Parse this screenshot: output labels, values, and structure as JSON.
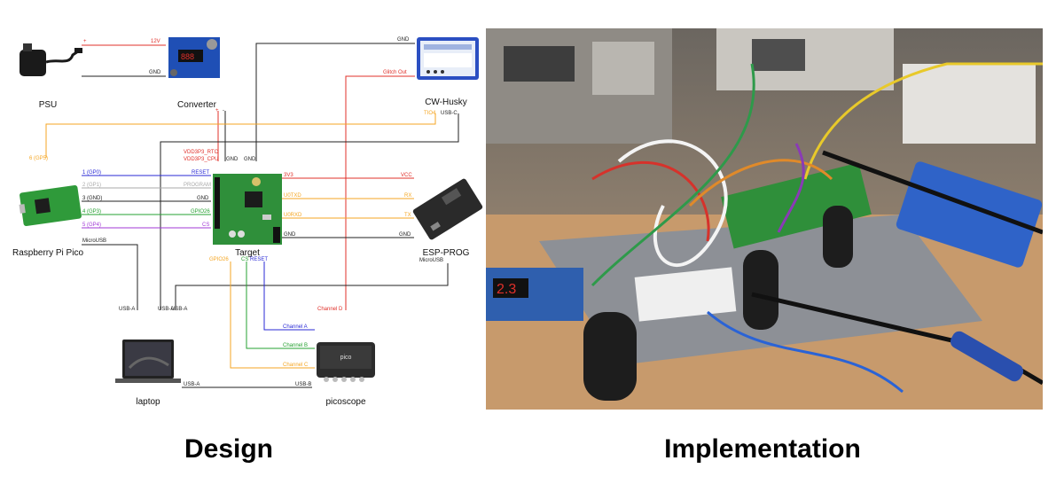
{
  "captions": {
    "design": "Design",
    "implementation": "Implementation"
  },
  "devices": {
    "psu": "PSU",
    "converter": "Converter",
    "husky": "CW-Husky",
    "pico": "Raspberry Pi Pico",
    "target": "Target",
    "espprog": "ESP-PROG",
    "laptop": "laptop",
    "picoscope": "picoscope"
  },
  "wire_labels": {
    "psu_plus": "+",
    "psu_12v": "12V",
    "psu_gnd": "GND",
    "conv_plus": "+",
    "conv_minus": "-",
    "husky_gnd": "GND",
    "glitch_out": "Glitch Out",
    "husky_tio4": "TIO4",
    "husky_usbc": "USB-C",
    "pico_gp5": "6 (GP5)",
    "vdd_rtc": "VDD3P3_RTC",
    "vdd_cpu": "VDD3P3_CPU",
    "gnd_a": "GND",
    "gnd_b": "GND",
    "pico_gp0": "1 (GP0)",
    "pico_gp1": "2 (GP1)",
    "pico_gnd": "3 (GND)",
    "pico_gp3": "4 (GP3)",
    "pico_gp4": "5 (GP4)",
    "reset": "RESET",
    "program": "PROGRAM",
    "gnd_c": "GND",
    "gpio26": "GPIO26",
    "cs": "CS",
    "pin_3v3": "3V3",
    "u0txd": "U0TXD",
    "u0rxd": "U0RXD",
    "gnd_d": "GND",
    "vcc": "VCC",
    "rx": "RX",
    "tx": "TX",
    "gnd_e": "GND",
    "pico_microusb": "MicroUSB",
    "esp_microusb": "MicroUSB",
    "gpio26_bottom": "GPIO26",
    "cs_bottom": "CS",
    "reset_bottom": "RESET",
    "usba_1": "USB-A",
    "usba_2": "USB-A",
    "usba_3": "USB-A",
    "channel_a": "Channel A",
    "channel_b": "Channel B",
    "channel_c": "Channel C",
    "channel_d": "Channel D",
    "laptop_usba": "USB-A",
    "scope_usbb": "USB-B",
    "scope_brand": "pico"
  },
  "colors": {
    "red": "#e0302a",
    "orange": "#f5a623",
    "blue": "#2a2ad6",
    "green": "#25a030",
    "purple": "#a23ad6",
    "gray": "#aaaaaa",
    "black": "#222222",
    "pcb_green": "#2f8f3a",
    "scope_orange": "#f0a63c"
  }
}
